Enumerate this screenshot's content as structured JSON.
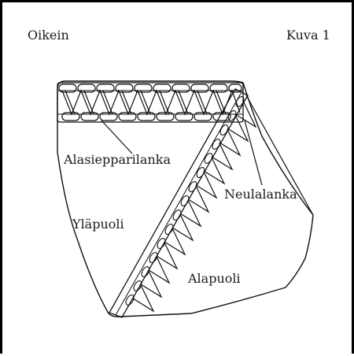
{
  "header": {
    "left": "Oikein",
    "right": "Kuva 1"
  },
  "labels": {
    "bobbin_thread": "Alasiepparilanka",
    "needle_thread": "Neulalanka",
    "upper_side": "Yläpuoli",
    "lower_side": "Alapuoli"
  }
}
